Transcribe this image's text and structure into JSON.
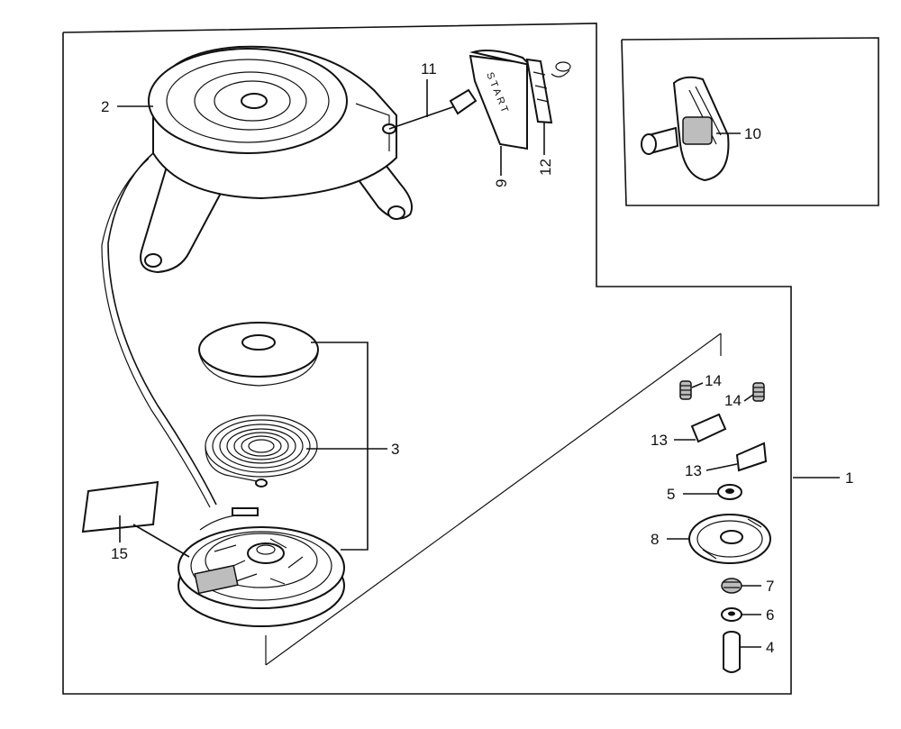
{
  "diagram": {
    "start_handle_text": "START",
    "callouts": [
      {
        "id": "p1",
        "label": "1"
      },
      {
        "id": "p2",
        "label": "2"
      },
      {
        "id": "p3",
        "label": "3"
      },
      {
        "id": "p4",
        "label": "4"
      },
      {
        "id": "p5",
        "label": "5"
      },
      {
        "id": "p6",
        "label": "6"
      },
      {
        "id": "p7",
        "label": "7"
      },
      {
        "id": "p8",
        "label": "8"
      },
      {
        "id": "p9",
        "label": "9"
      },
      {
        "id": "p10",
        "label": "10"
      },
      {
        "id": "p11",
        "label": "11"
      },
      {
        "id": "p12",
        "label": "12"
      },
      {
        "id": "p13a",
        "label": "13"
      },
      {
        "id": "p13b",
        "label": "13"
      },
      {
        "id": "p14a",
        "label": "14"
      },
      {
        "id": "p14b",
        "label": "14"
      },
      {
        "id": "p15",
        "label": "15"
      }
    ]
  }
}
